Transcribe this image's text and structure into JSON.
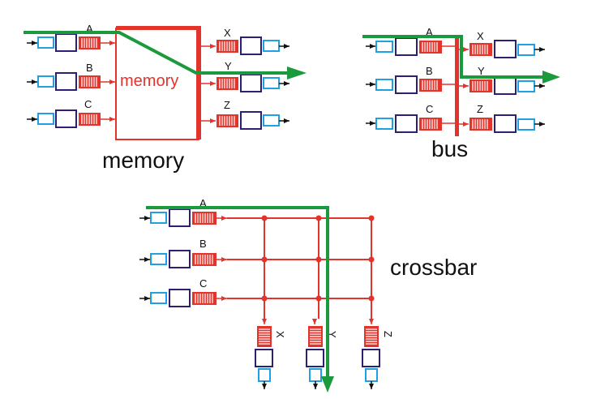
{
  "colors": {
    "red": "#e3342c",
    "green": "#1a9a3c",
    "navy": "#2f1f74",
    "cyan": "#1da1e2",
    "black": "#111111"
  },
  "memory_fabric": {
    "caption": "memory",
    "box_label": "memory",
    "inputs": [
      "A",
      "B",
      "C"
    ],
    "outputs": [
      "X",
      "Y",
      "Z"
    ]
  },
  "bus_fabric": {
    "caption": "bus",
    "inputs": [
      "A",
      "B",
      "C"
    ],
    "outputs": [
      "X",
      "Y",
      "Z"
    ]
  },
  "crossbar_fabric": {
    "caption": "crossbar",
    "inputs": [
      "A",
      "B",
      "C"
    ],
    "outputs": [
      "X",
      "Y",
      "Z"
    ]
  }
}
